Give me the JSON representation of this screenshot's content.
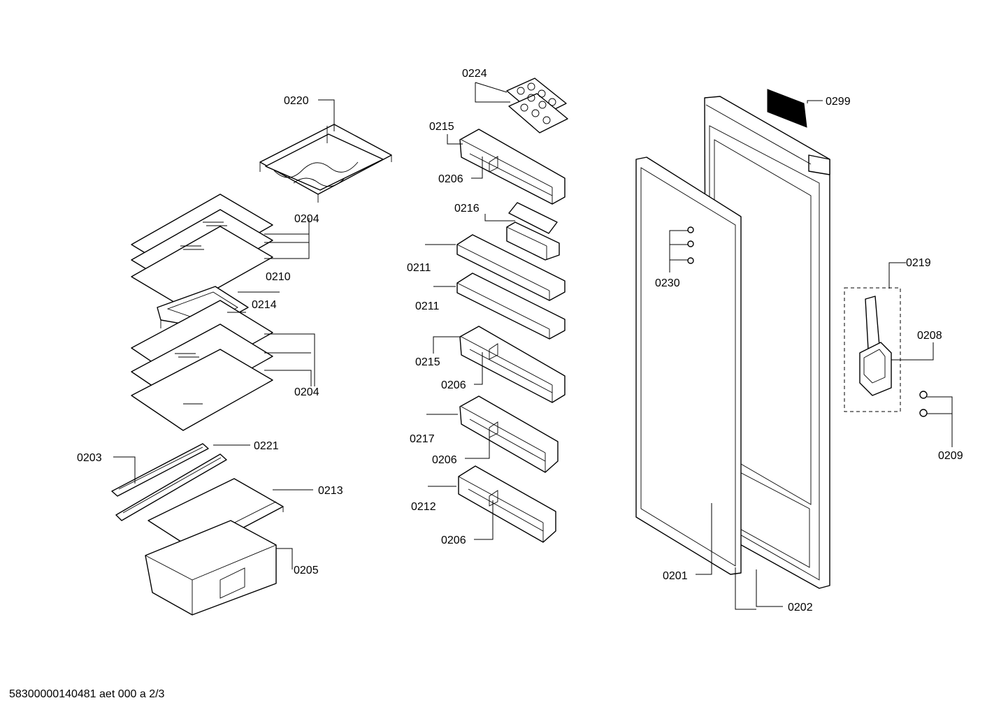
{
  "labels": {
    "l0220": "0220",
    "l0204a": "0204",
    "l0210": "0210",
    "l0214": "0214",
    "l0204b": "0204",
    "l0203": "0203",
    "l0221": "0221",
    "l0213": "0213",
    "l0205": "0205",
    "l0224": "0224",
    "l0215a": "0215",
    "l0206a": "0206",
    "l0216": "0216",
    "l0211a": "0211",
    "l0211b": "0211",
    "l0215b": "0215",
    "l0206b": "0206",
    "l0217": "0217",
    "l0206c": "0206",
    "l0212": "0212",
    "l0206d": "0206",
    "l0299": "0299",
    "l0230": "0230",
    "l0219": "0219",
    "l0208": "0208",
    "l0209": "0209",
    "l0201": "0201",
    "l0202": "0202"
  },
  "footer": "58300000140481 aet 000 a 2/3"
}
